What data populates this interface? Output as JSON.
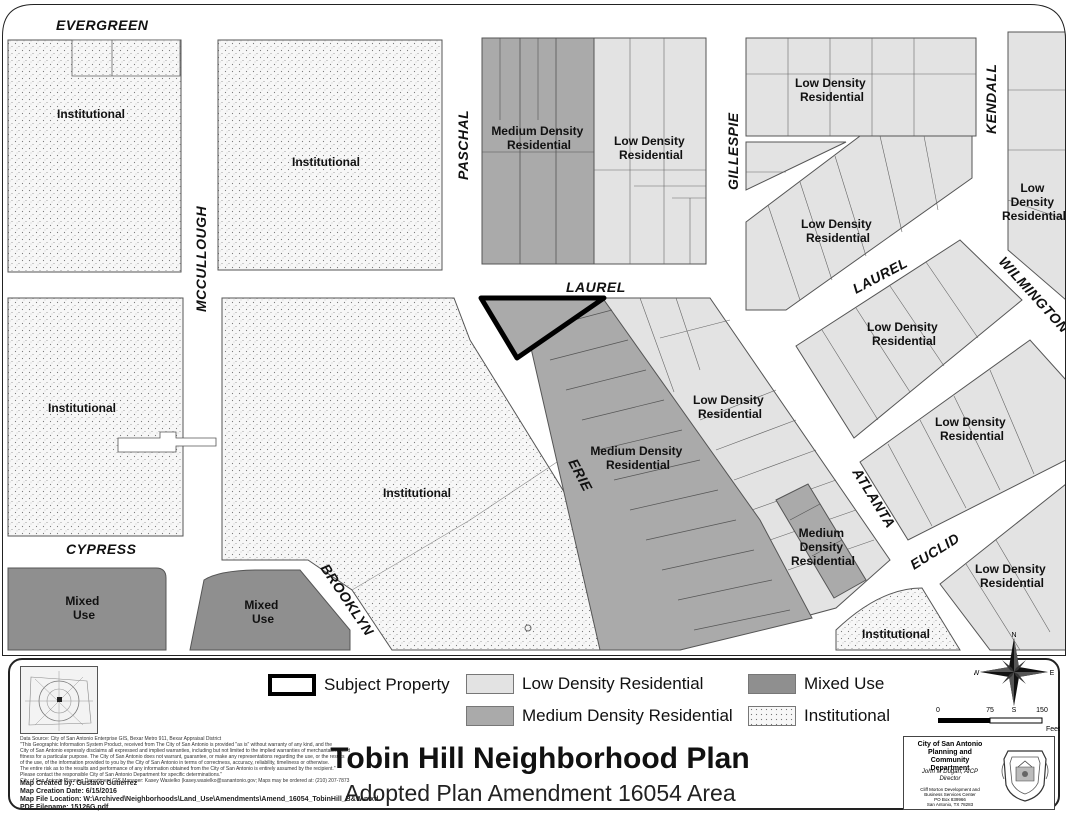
{
  "streets": {
    "evergreen": "EVERGREEN",
    "mccullough": "MCCULLOUGH",
    "paschal": "PASCHAL",
    "gillespie": "GILLESPIE",
    "kendall": "KENDALL",
    "laurel_west": "LAUREL",
    "laurel_east": "LAUREL",
    "wilmington": "WILMINGTON",
    "erie": "ERIE",
    "atlanta": "ATLANTA",
    "euclid": "EUCLID",
    "cypress": "CYPRESS",
    "brooklyn": "BROOKLYN"
  },
  "zones": {
    "inst_nw": "Institutional",
    "inst_n": "Institutional",
    "inst_w": "Institutional",
    "inst_c": "Institutional",
    "inst_s": "Institutional",
    "mdr_n": [
      "Medium Density",
      "Residential"
    ],
    "ldr_n": [
      "Low Density",
      "Residential"
    ],
    "ldr_ne1": [
      "Low Density",
      "Residential"
    ],
    "ldr_ne2": [
      "Low Density",
      "Residential"
    ],
    "ldr_e": [
      "Low",
      "Density",
      "Residential"
    ],
    "ldr_e2": [
      "Low Density",
      "Residential"
    ],
    "ldr_c": [
      "Low Density",
      "Residential"
    ],
    "mdr_c": [
      "Medium Density",
      "Residential"
    ],
    "ldr_se": [
      "Low Density",
      "Residential"
    ],
    "mdr_s": [
      "Medium",
      "Density",
      "Residential"
    ],
    "ldr_far_se": [
      "Low Density",
      "Residential"
    ],
    "mixed_sw": [
      "Mixed",
      "Use"
    ],
    "mixed_s": [
      "Mixed",
      "Use"
    ]
  },
  "legend": {
    "subject": "Subject Property",
    "ldr": "Low Density Residential",
    "mixed": "Mixed Use",
    "mdr": "Medium Density Residential",
    "inst": "Institutional"
  },
  "title": "Tobin Hill Neighborhood Plan",
  "subtitle": "Adopted Plan Amendment 16054 Area",
  "source": [
    "Data Source: City of San Antonio Enterprise GIS, Bexar Metro 911, Bexar Appraisal District",
    "\"This Geographic Information System Product, received from The City of San Antonio is provided \"as is\" without warranty of any kind, and the",
    "City of San Antonio expressly disclaims all expressed and implied warranties, including but not limited to the implied warranties of merchantability and",
    "fitness for a particular purpose. The City of San Antonio does not warrant, guarantee, or make any representations regarding the use, or the results",
    "of the use, of the information provided to you by the City of San Antonio in terms of correctness, accuracy, reliability, timeliness or otherwise.",
    "The entire risk as to the results and performance of any information obtained from the City of San Antonio is entirely assumed by the recipient.\"",
    "Please contact the responsible City of San Antonio Department for specific determinations.\"",
    "City of San Antonio Planning Department GIS Manager: Kasey Wasielko (kasey.wasielko@sanantonio.gov; Maps may be ordered at: (210) 207-7873"
  ],
  "credits": {
    "created_by": "Map Created by: Gustavo Gutierrez",
    "creation_date": "Map Creation Date: 6/15/2016",
    "file_location": "Map File Location: W:\\Archived\\Neighborhoods\\Land_Use\\Amendments\\Amend_16054_TobinHill_B&W.mxd",
    "pdf": "PDF Filename: 15126G.pdf"
  },
  "scale": {
    "labels": [
      "0",
      "75",
      "150"
    ],
    "unit": "Feet"
  },
  "compass": {
    "n": "N",
    "s": "S",
    "e": "E",
    "w": "W"
  },
  "city_block": {
    "title": [
      "City of San Antonio",
      "Planning and Community",
      "Department"
    ],
    "director_name": "John M Dugan, AICP",
    "director_title": "Director",
    "address": [
      "Cliff Morton Development and",
      "Business Services Center",
      "PO Box 839966",
      "San Antonio, TX 78283"
    ]
  },
  "colors": {
    "ldr": "#e3e3e3",
    "mdr": "#aaaaaa",
    "mixed": "#8f8f8f",
    "inst_bg": "#f7f7f7",
    "road": "#ffffff",
    "outline": "#555555",
    "subject": "#000000"
  }
}
